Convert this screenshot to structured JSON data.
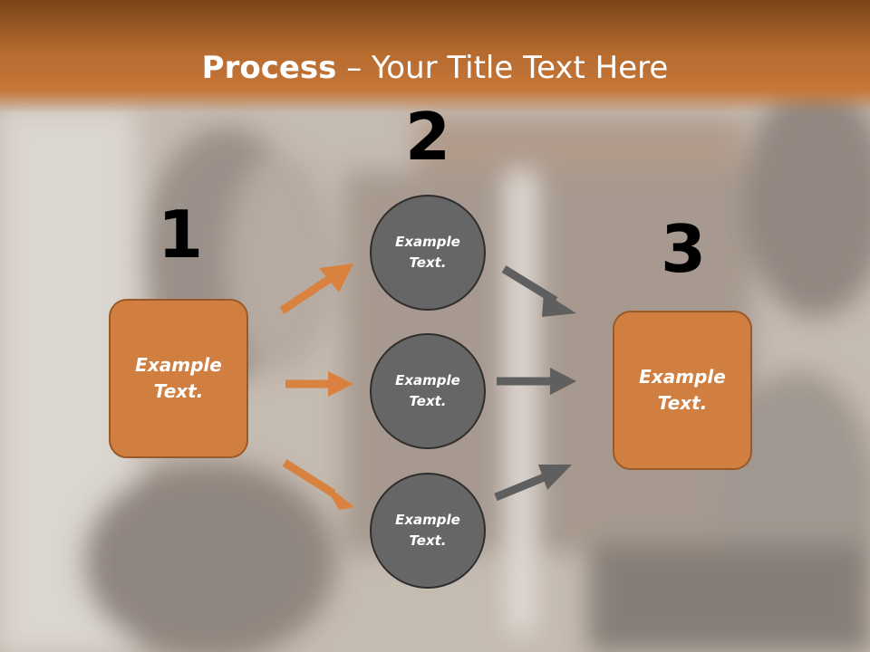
{
  "title": {
    "bold": "Process",
    "dash": " – ",
    "rest": "Your Title Text Here"
  },
  "steps": [
    {
      "number": "1",
      "label_line1": "Example",
      "label_line2": "Text."
    },
    {
      "number": "2"
    },
    {
      "number": "3",
      "label_line1": "Example",
      "label_line2": "Text."
    }
  ],
  "circles": [
    {
      "label_line1": "Example",
      "label_line2": "Text."
    },
    {
      "label_line1": "Example",
      "label_line2": "Text."
    },
    {
      "label_line1": "Example",
      "label_line2": "Text."
    }
  ],
  "colors": {
    "accent_orange": "#d07f41",
    "circle_gray": "#666666",
    "arrow_orange": "#d9823f",
    "arrow_gray": "#5f5f5f"
  }
}
